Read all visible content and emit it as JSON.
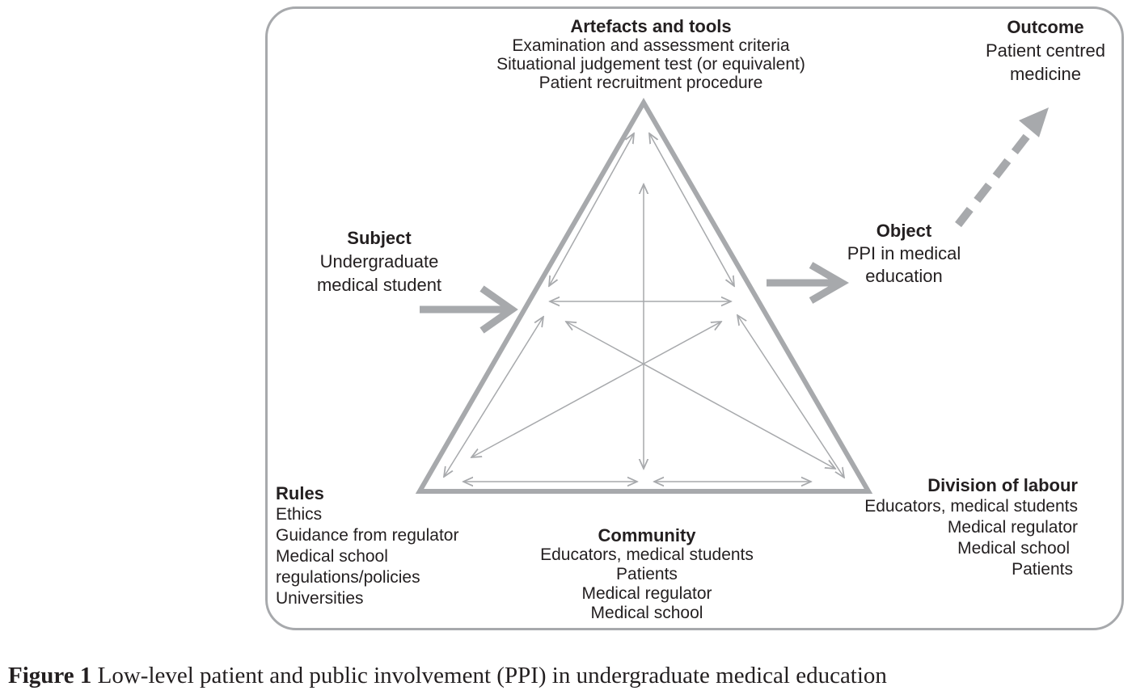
{
  "nodes": {
    "artefacts": {
      "heading": "Artefacts and tools",
      "lines": [
        "Examination and assessment criteria",
        "Situational judgement test (or equivalent)",
        "Patient recruitment procedure"
      ]
    },
    "outcome": {
      "heading": "Outcome",
      "lines": [
        "Patient centred",
        "medicine"
      ]
    },
    "subject": {
      "heading": "Subject",
      "lines": [
        "Undergraduate",
        "medical student"
      ]
    },
    "object": {
      "heading": "Object",
      "lines": [
        "PPI in medical",
        "education"
      ]
    },
    "rules": {
      "heading": "Rules",
      "lines": [
        "Ethics",
        "Guidance from regulator",
        "Medical school",
        "regulations/policies",
        "Universities"
      ]
    },
    "community": {
      "heading": "Community",
      "lines": [
        "Educators, medical students",
        "Patients",
        "Medical regulator",
        "Medical school"
      ]
    },
    "division": {
      "heading": "Division of labour",
      "lines": [
        "Educators, medical students",
        "Medical regulator",
        "Medical school",
        "Patients"
      ]
    }
  },
  "caption": {
    "figure_label": "Figure 1",
    "text": "Low-level patient and public involvement (PPI) in undergraduate medical education"
  },
  "colors": {
    "triangle": "#a7a9ac",
    "arrows": "#a7a9ac",
    "thin_arrows": "#a7a9ac",
    "text": "#231f20"
  }
}
